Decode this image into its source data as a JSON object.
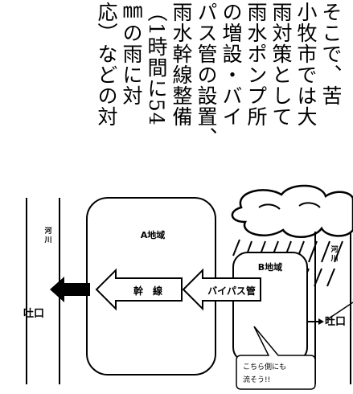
{
  "article": {
    "columns": [
      "そこで、苦",
      "小牧市では大",
      "雨対策として",
      "雨水ポンプ所",
      "の増設・バイ",
      "パス管の設置、",
      "雨水幹線整備",
      "（1時間に54",
      "㎜の雨に対",
      "応）などの対"
    ]
  },
  "diagram": {
    "river_left_label": "河\n川",
    "river_right_label": "河\n川",
    "outlet_left": "吐口",
    "outlet_right": "吐口",
    "area_a_label": "A地域",
    "area_b_label": "B地域",
    "main_line_label": "幹　線",
    "bypass_label": "バイパス管",
    "callout_line1": "こちら側にも",
    "callout_line2": "流そう!!"
  }
}
